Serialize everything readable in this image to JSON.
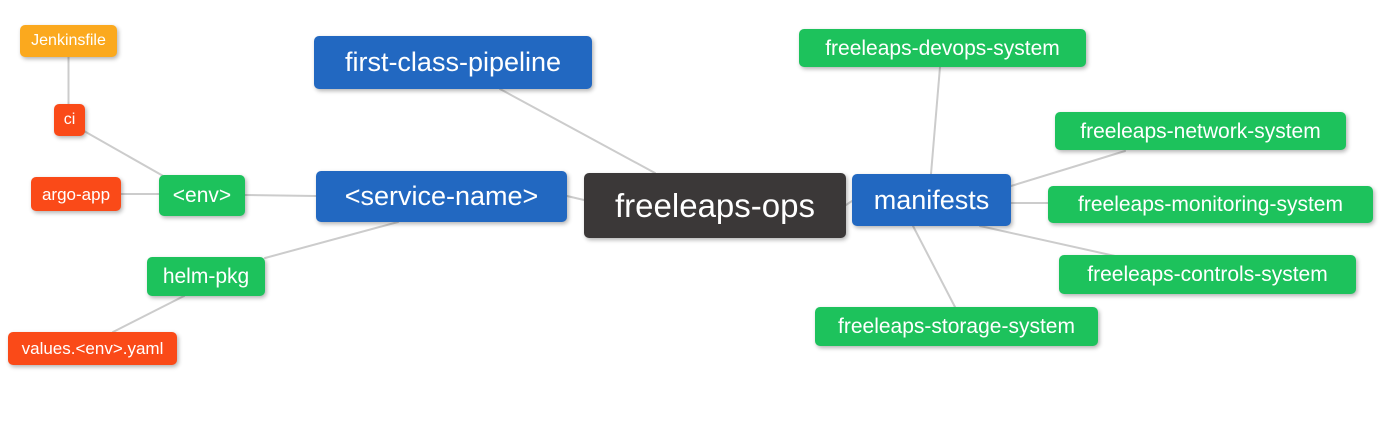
{
  "diagram": {
    "type": "mindmap",
    "background": "#ffffff",
    "palette": {
      "root_node": "#3b3838",
      "branch_node": "#2268c1",
      "green_node": "#1dc25c",
      "red_node": "#fa4a18",
      "amber_node": "#fba91e",
      "edge_line": "#cccccc",
      "node_text": "#ffffff"
    },
    "nodes": {
      "freeleaps_ops": {
        "label": "freeleaps-ops",
        "color": "#3b3838"
      },
      "first_class_pipeline": {
        "label": "first-class-pipeline",
        "color": "#2268c1"
      },
      "service_name": {
        "label": "<service-name>",
        "color": "#2268c1"
      },
      "manifests": {
        "label": "manifests",
        "color": "#2268c1"
      },
      "env": {
        "label": "<env>",
        "color": "#1dc25c"
      },
      "helm_pkg": {
        "label": "helm-pkg",
        "color": "#1dc25c"
      },
      "ci": {
        "label": "ci",
        "color": "#fa4a18"
      },
      "argo_app": {
        "label": "argo-app",
        "color": "#fa4a18"
      },
      "values_env_yaml": {
        "label": "values.<env>.yaml",
        "color": "#fa4a18"
      },
      "jenkinsfile": {
        "label": "Jenkinsfile",
        "color": "#fba91e"
      },
      "devops_system": {
        "label": "freeleaps-devops-system",
        "color": "#1dc25c"
      },
      "network_system": {
        "label": "freeleaps-network-system",
        "color": "#1dc25c"
      },
      "monitoring_system": {
        "label": "freeleaps-monitoring-system",
        "color": "#1dc25c"
      },
      "controls_system": {
        "label": "freeleaps-controls-system",
        "color": "#1dc25c"
      },
      "storage_system": {
        "label": "freeleaps-storage-system",
        "color": "#1dc25c"
      }
    },
    "edges": [
      {
        "from": "jenkinsfile",
        "to": "ci"
      },
      {
        "from": "ci",
        "to": "env"
      },
      {
        "from": "argo_app",
        "to": "env"
      },
      {
        "from": "env",
        "to": "service_name"
      },
      {
        "from": "service_name",
        "to": "helm_pkg"
      },
      {
        "from": "helm_pkg",
        "to": "values_env_yaml"
      },
      {
        "from": "service_name",
        "to": "freeleaps_ops"
      },
      {
        "from": "first_class_pipeline",
        "to": "freeleaps_ops"
      },
      {
        "from": "freeleaps_ops",
        "to": "manifests"
      },
      {
        "from": "manifests",
        "to": "devops_system"
      },
      {
        "from": "manifests",
        "to": "network_system"
      },
      {
        "from": "manifests",
        "to": "monitoring_system"
      },
      {
        "from": "manifests",
        "to": "controls_system"
      },
      {
        "from": "manifests",
        "to": "storage_system"
      }
    ]
  }
}
